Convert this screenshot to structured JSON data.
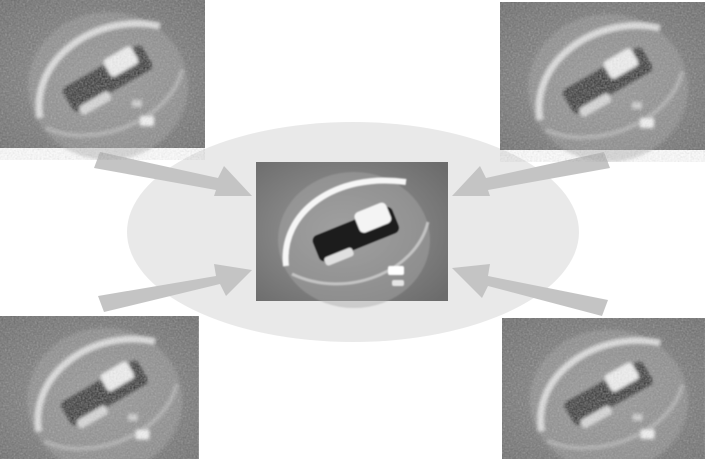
{
  "diagram": {
    "background_ellipse_color": "#e9e9e9",
    "arrow_color": "#c4c4c4",
    "inputs": [
      {
        "id": "input-frame-top-left",
        "variant": "low-resolution"
      },
      {
        "id": "input-frame-top-right",
        "variant": "low-resolution"
      },
      {
        "id": "input-frame-bottom-left",
        "variant": "low-resolution"
      },
      {
        "id": "input-frame-bottom-right",
        "variant": "low-resolution"
      }
    ],
    "output": {
      "id": "output-frame-center",
      "variant": "enhanced"
    },
    "arrows": [
      {
        "id": "arrow-top-left",
        "direction": "inward"
      },
      {
        "id": "arrow-top-right",
        "direction": "inward"
      },
      {
        "id": "arrow-bottom-left",
        "direction": "inward"
      },
      {
        "id": "arrow-bottom-right",
        "direction": "inward"
      }
    ]
  }
}
